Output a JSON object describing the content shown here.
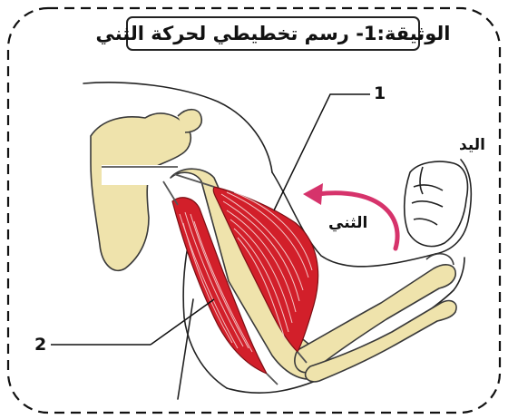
{
  "title": "الوثيقة:1- رسم تخطيطي لحركة الثني",
  "labels": {
    "muscle_1": "1",
    "muscle_2": "2",
    "hand": "اليد",
    "flexion": "الثني"
  },
  "colors": {
    "bone": "#efe3ac",
    "muscle": "#d21f2a",
    "fiber": "#f6d0d0",
    "arrow": "#d6336b",
    "outline": "#222222"
  }
}
